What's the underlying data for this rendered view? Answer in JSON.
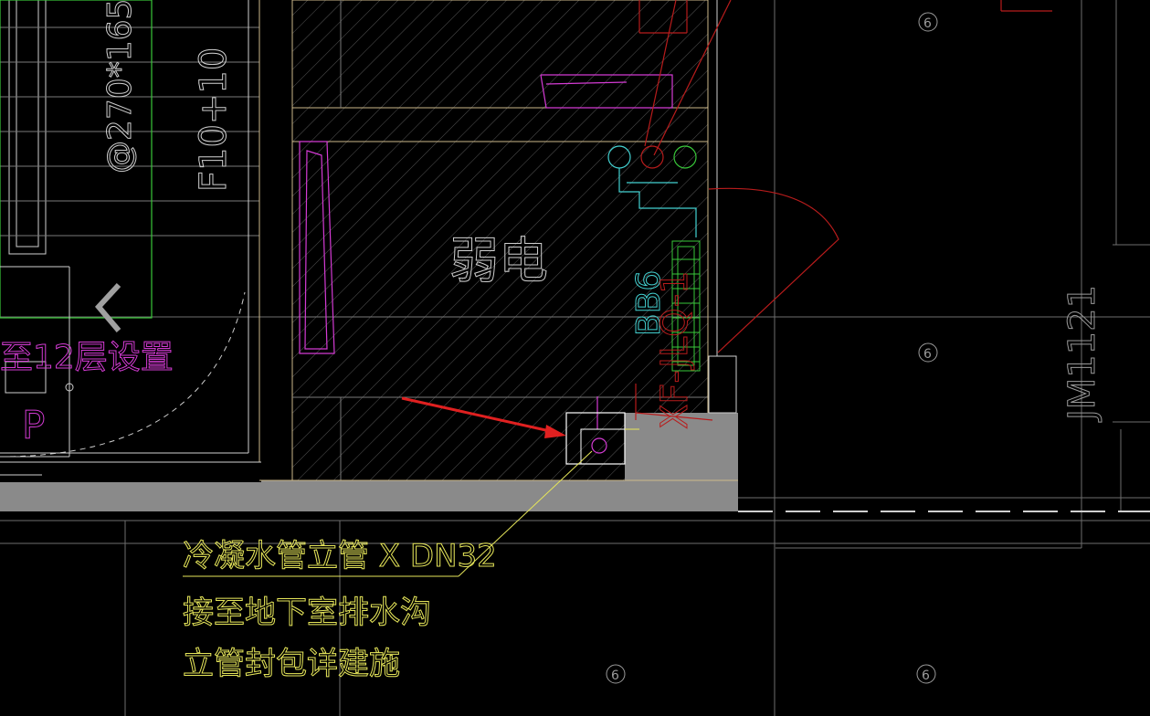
{
  "colors": {
    "background": "#000000",
    "grid": "#7a7a7a",
    "wall_outline": "#cdb98a",
    "hatch": "#5a5a5a",
    "slab_gray": "#8a8a8a",
    "green": "#39c83a",
    "magenta": "#d43bd4",
    "cyan": "#43d1d1",
    "red": "#c82020",
    "arrow": "#e02020",
    "yellow": "#e6e65a",
    "white_text": "#ffffff",
    "grey_text": "#9a9a9a"
  },
  "labels": {
    "rebar_spacing": "@270*165",
    "rebar_level": "F10+10",
    "note_12f": "至12层设置",
    "parking_p": "P",
    "room_name": "弱电",
    "cabinet_code": "BB6",
    "cabinet_code_red": "XF-JLQ-1",
    "door_code": "JM1121",
    "grid_bubble": "6"
  },
  "annotation": {
    "line1": "冷凝水管立管 X DN32",
    "line2": "接至地下室排水沟",
    "line3": "立管封包详建施"
  }
}
